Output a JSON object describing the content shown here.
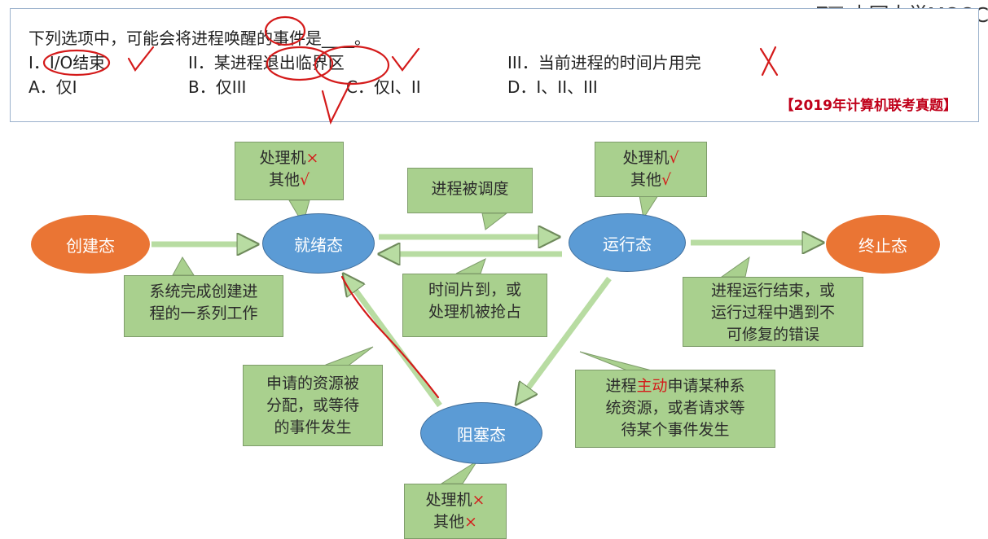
{
  "logo": {
    "text": "中国大学MOOC"
  },
  "question": {
    "stem": "下列选项中，可能会将进程唤醒的事件是____。",
    "items": [
      "I．I/O结束",
      "II．某进程退出临界区",
      "III．当前进程的时间片用完"
    ],
    "choices": [
      "A．仅I",
      "B．仅III",
      "C．仅I、II",
      "D．I、II、III"
    ],
    "source": "【2019年计算机联考真题】"
  },
  "states": {
    "create": "创建态",
    "ready": "就绪态",
    "running": "运行态",
    "terminated": "终止态",
    "blocked": "阻塞态"
  },
  "callouts": {
    "ready_resources": {
      "line1": "处理机",
      "mark1": "×",
      "line2": "其他",
      "mark2": "√"
    },
    "running_resources": {
      "line1": "处理机",
      "mark1": "√",
      "line2": "其他",
      "mark2": "√"
    },
    "blocked_resources": {
      "line1": "处理机",
      "mark1": "×",
      "line2": "其他",
      "mark2": "×"
    },
    "scheduled": "进程被调度",
    "create_done": {
      "line1": "系统完成创建进",
      "line2": "程的一系列工作"
    },
    "timeslice": {
      "line1": "时间片到，或",
      "line2": "处理机被抢占"
    },
    "terminate": {
      "line1": "进程运行结束，或",
      "line2": "运行过程中遇到不",
      "line3": "可修复的错误"
    },
    "wakeup": {
      "line1": "申请的资源被",
      "line2": "分配，或等待",
      "line3": "的事件发生"
    },
    "block": {
      "line1a": "进程",
      "line1b": "主动",
      "line1c": "申请某种系",
      "line2": "统资源，或者请求等",
      "line3": "待某个事件发生"
    }
  },
  "colors": {
    "orange_state": "#ea7534",
    "blue_state": "#5b9bd5",
    "callout_green": "#a9d08e",
    "annotation_red": "#d41a1a"
  }
}
